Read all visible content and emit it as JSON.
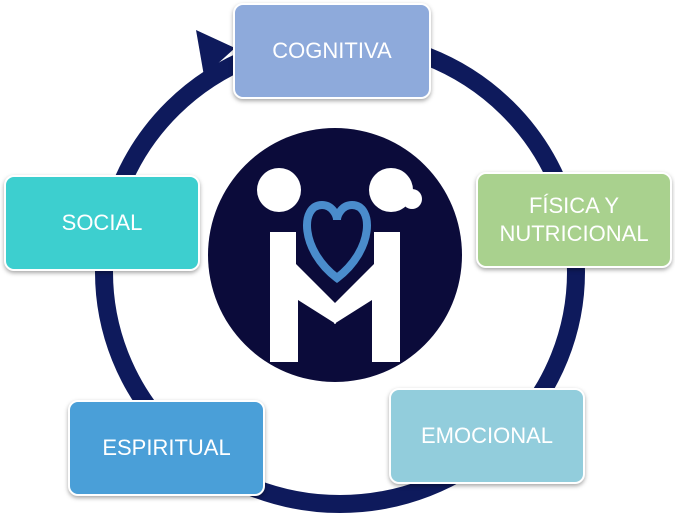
{
  "boxes": {
    "cognitiva": {
      "label": "COGNITIVA",
      "color": "#8eaadb"
    },
    "fisica": {
      "label": "FÍSICA Y NUTRICIONAL",
      "color": "#a9d18e"
    },
    "emocional": {
      "label": "EMOCIONAL",
      "color": "#92cddc"
    },
    "espiritual": {
      "label": "ESPIRITUAL",
      "color": "#4a9fd8"
    },
    "social": {
      "label": "SOCIAL",
      "color": "#3dcfcf"
    }
  },
  "colors": {
    "ring": "#0e1a5c",
    "logo_bg": "#0b0b3a",
    "heart": "#4a8ccc"
  }
}
